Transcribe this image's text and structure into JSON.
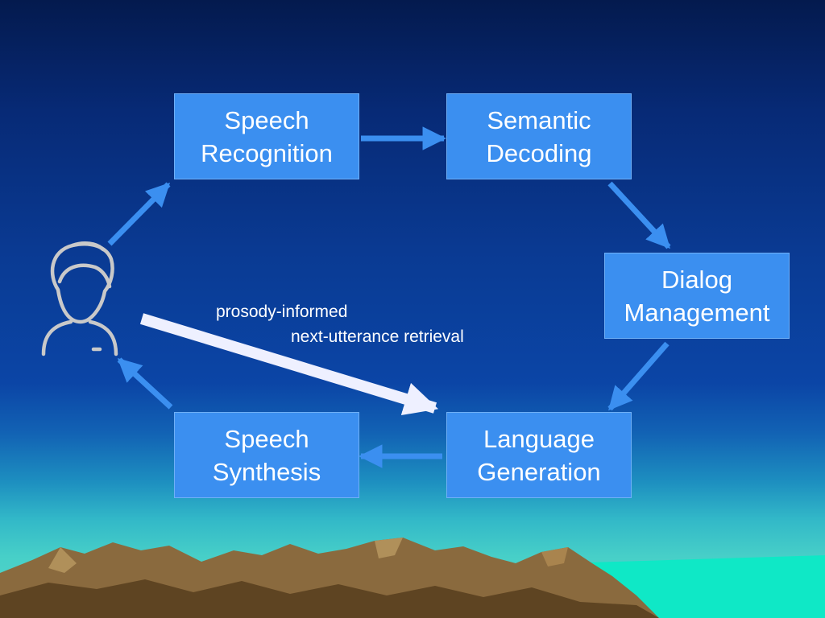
{
  "diagram": {
    "boxes": {
      "speech_recognition": "Speech\nRecognition",
      "semantic_decoding": "Semantic\nDecoding",
      "dialog_management": "Dialog\nManagement",
      "language_generation": "Language\nGeneration",
      "speech_synthesis": "Speech\nSynthesis"
    },
    "annotation": {
      "line1": "prosody-informed",
      "line2": "next-utterance retrieval"
    },
    "icons": {
      "user": "user-avatar-icon"
    }
  },
  "colors": {
    "box_fill": "#3b8ff0",
    "arrow": "#3b8ff0",
    "highlight_arrow": "#eef0ff",
    "background_top": "#041a4e",
    "background_bottom": "#55d8c6"
  }
}
